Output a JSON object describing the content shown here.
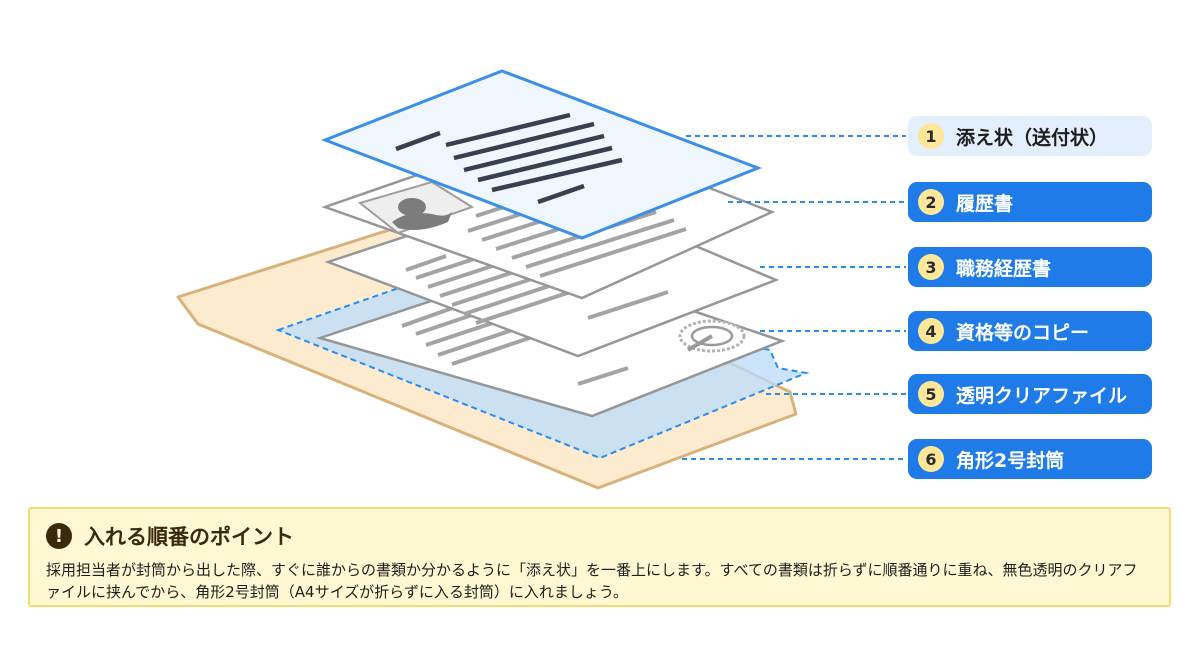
{
  "items": [
    {
      "number": "1",
      "label": "添え状（送付状）"
    },
    {
      "number": "2",
      "label": "履歴書"
    },
    {
      "number": "3",
      "label": "職務経歴書"
    },
    {
      "number": "4",
      "label": "資格等のコピー"
    },
    {
      "number": "5",
      "label": "透明クリアファイル"
    },
    {
      "number": "6",
      "label": "角形2号封筒"
    }
  ],
  "note": {
    "title": "入れる順番のポイント",
    "body": "採用担当者が封筒から出した際、すぐに誰からの書類か分かるように「添え状」を一番上にします。すべての書類は折らずに順番通りに重ね、無色透明のクリアファイルに挟んでから、角形2号封筒（A4サイズが折らずに入る封筒）に入れましょう。"
  },
  "colors": {
    "accent": "#1f7be8",
    "highlight_label_bg": "#e3effc",
    "badge": "#ffe79a",
    "envelope_fill": "#fdebd0",
    "envelope_stroke": "#d7b27a",
    "clear_file": "#bcdcfa",
    "note_bg": "#fff8d2",
    "note_border": "#f4dc72"
  },
  "icons": {
    "warning": "exclamation-circle-icon",
    "photo": "person-photo-icon",
    "stamp": "certificate-seal-icon"
  }
}
